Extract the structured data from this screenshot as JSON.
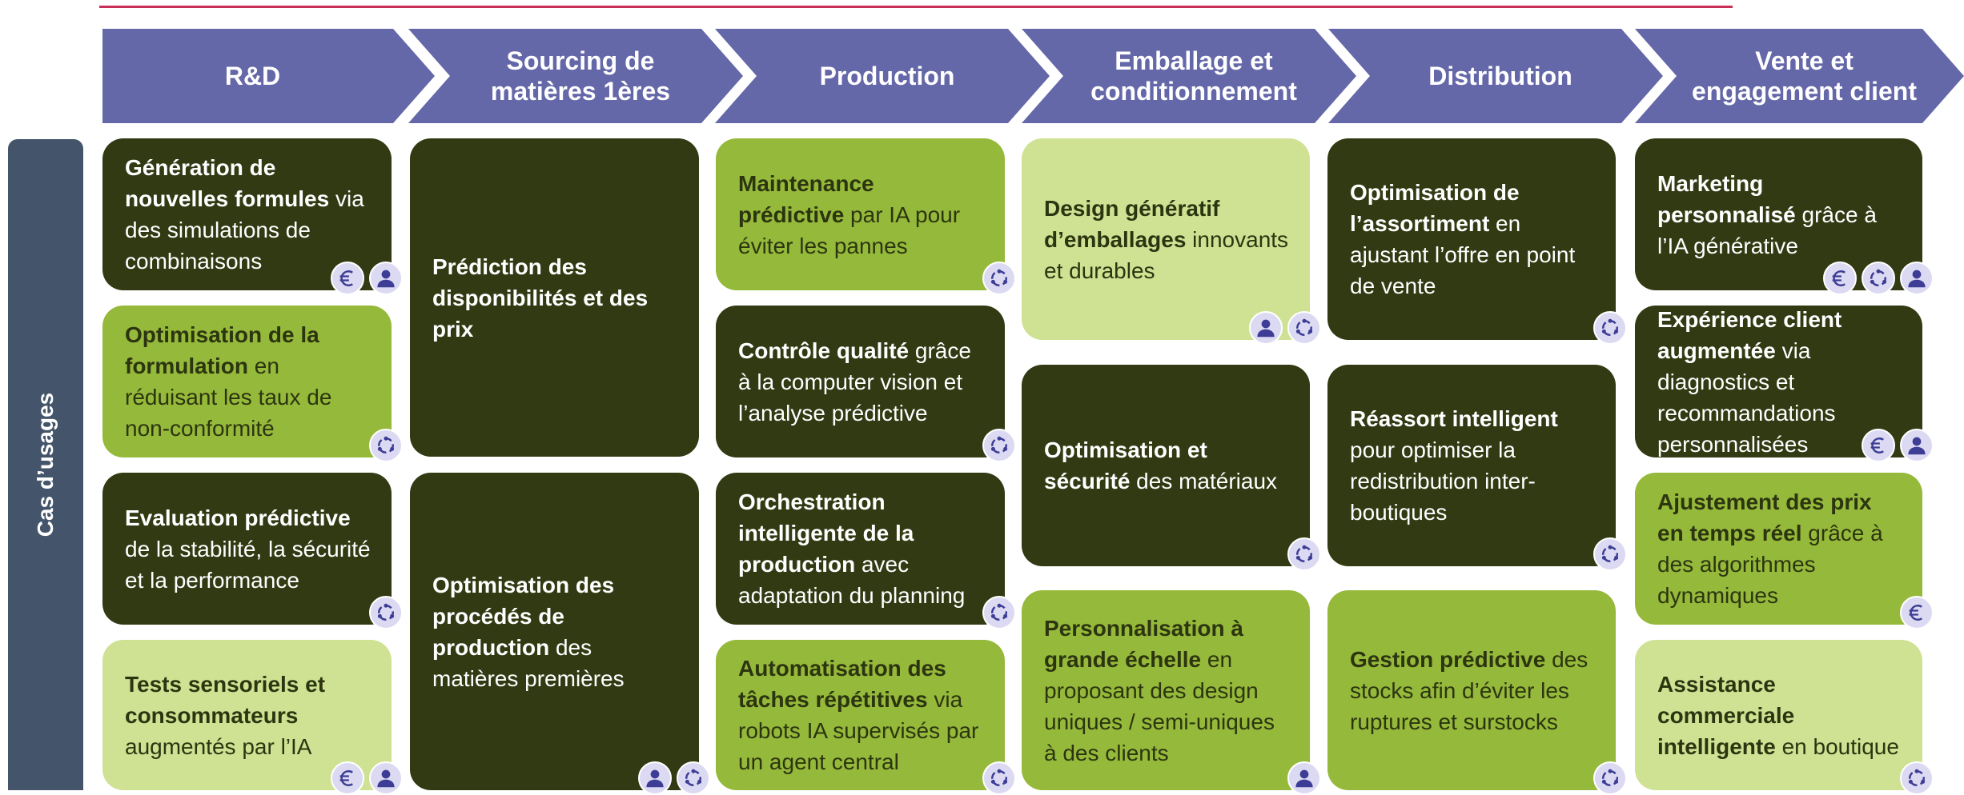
{
  "stages": [
    {
      "label": "R&D"
    },
    {
      "label": "Sourcing de\nmatières 1ères"
    },
    {
      "label": "Production"
    },
    {
      "label": "Emballage et\nconditionnement"
    },
    {
      "label": "Distribution"
    },
    {
      "label": "Vente et\nengagement client"
    }
  ],
  "sidebar": {
    "label": "Cas d’usages"
  },
  "cards": [
    {
      "bold": "Génération de nouvelles formules",
      "rest": " via des simulations de combinaisons",
      "color": "dark",
      "icons": [
        "euro-icon",
        "person-icon"
      ]
    },
    {
      "bold": "Optimisation de la formulation",
      "rest": " en réduisant les taux de non-conformité",
      "color": "mid",
      "icons": [
        "cycle-icon"
      ]
    },
    {
      "bold": "Evaluation prédictive",
      "rest": " de la stabilité, la sécurité et la performance",
      "color": "dark",
      "icons": [
        "cycle-icon"
      ]
    },
    {
      "bold": "Tests sensoriels et consommateurs",
      "rest": " augmentés par l’IA",
      "color": "light",
      "icons": [
        "euro-icon",
        "person-icon"
      ]
    },
    {
      "bold": "Prédiction des disponibilités et des prix",
      "rest": "",
      "color": "dark",
      "icons": []
    },
    {
      "bold": "Optimisation des procédés de production",
      "rest": " des matières premières",
      "color": "dark",
      "icons": [
        "person-icon",
        "cycle-icon"
      ]
    },
    {
      "bold": "Maintenance prédictive",
      "rest": " par IA pour éviter les pannes",
      "color": "mid",
      "icons": [
        "cycle-icon"
      ]
    },
    {
      "bold": "Contrôle qualité",
      "rest": " grâce à la computer vision et l’analyse prédictive",
      "color": "dark",
      "icons": [
        "cycle-icon"
      ]
    },
    {
      "bold": "Orchestration intelligente de la production",
      "rest": " avec adaptation du planning",
      "color": "dark",
      "icons": [
        "cycle-icon"
      ]
    },
    {
      "bold": "Automatisation des tâches répétitives",
      "rest": " via robots IA supervisés par un agent central",
      "color": "mid",
      "icons": [
        "cycle-icon"
      ]
    },
    {
      "bold": "Design génératif d’emballages",
      "rest": " innovants et durables",
      "color": "light",
      "icons": [
        "person-icon",
        "cycle-icon"
      ]
    },
    {
      "bold": "Optimisation et sécurité",
      "rest": " des matériaux",
      "color": "dark",
      "icons": [
        "cycle-icon"
      ]
    },
    {
      "bold": "Personnalisation à grande échelle",
      "rest": " en proposant des design uniques / semi-uniques à des clients",
      "color": "mid",
      "icons": [
        "person-icon"
      ]
    },
    {
      "bold": "Optimisation de l’assortiment",
      "rest": " en ajustant l’offre en point de vente",
      "color": "dark",
      "icons": [
        "cycle-icon"
      ]
    },
    {
      "bold": "Réassort intelligent",
      "rest": " pour optimiser la redistribution inter-boutiques",
      "color": "dark",
      "icons": [
        "cycle-icon"
      ]
    },
    {
      "bold": "Gestion prédictive",
      "rest": " des stocks afin d’éviter les ruptures et surstocks",
      "color": "mid",
      "icons": [
        "cycle-icon"
      ]
    },
    {
      "bold": "Marketing personnalisé",
      "rest": " grâce à l’IA générative",
      "color": "dark",
      "icons": [
        "euro-icon",
        "cycle-icon",
        "person-icon"
      ]
    },
    {
      "bold": "Expérience client augmentée",
      "rest": " via diagnostics et recommandations personnalisées",
      "color": "dark",
      "icons": [
        "euro-icon",
        "person-icon"
      ]
    },
    {
      "bold": "Ajustement des prix en temps réel",
      "rest": " grâce à des algorithmes dynamiques",
      "color": "mid",
      "icons": [
        "euro-icon"
      ]
    },
    {
      "bold": "Assistance commerciale intelligente",
      "rest": " en boutique",
      "color": "light",
      "icons": [
        "cycle-icon"
      ]
    }
  ]
}
